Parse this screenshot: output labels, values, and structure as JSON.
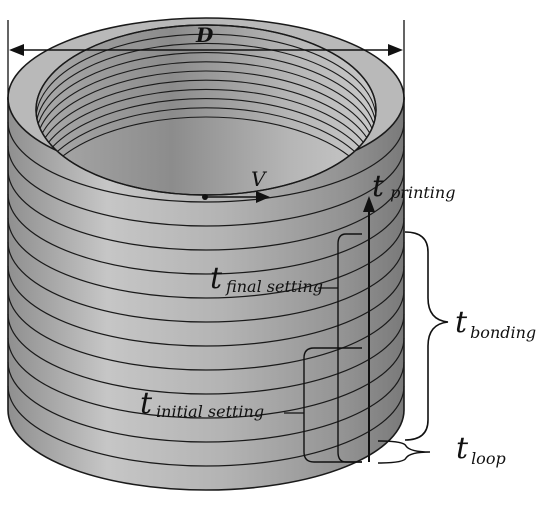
{
  "labels": {
    "diameter": "D",
    "velocity": "V",
    "t_printing": {
      "base": "t",
      "sub": "printing"
    },
    "t_final_setting": {
      "base": "t",
      "sub": "final setting"
    },
    "t_bonding": {
      "base": "t",
      "sub": "bonding"
    },
    "t_initial_setting": {
      "base": "t",
      "sub": "initial setting"
    },
    "t_loop": {
      "base": "t",
      "sub": "loop"
    }
  },
  "colors": {
    "body_light": "#c4c4c4",
    "body_mid": "#a9a9a9",
    "body_dark": "#7e7e7e",
    "inner_dark": "#8a8a8a",
    "inner_light": "#bdbdbd",
    "top_rim": "#b8b8b8",
    "lines": "#1a1a1a"
  },
  "layer_count": 13
}
